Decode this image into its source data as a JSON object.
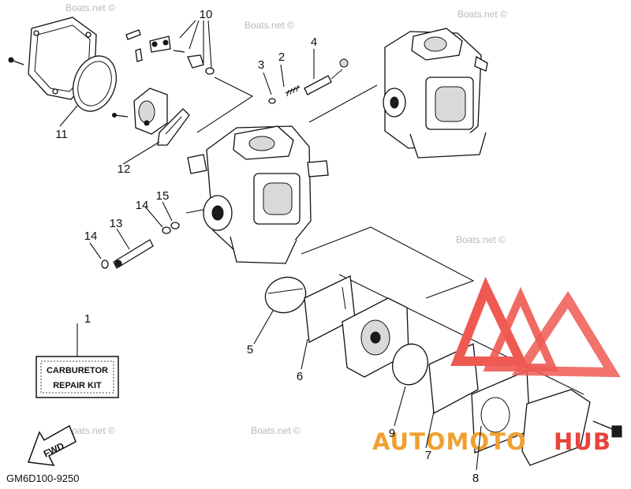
{
  "callouts": {
    "c1": "1",
    "c2": "2",
    "c3": "3",
    "c4": "4",
    "c5": "5",
    "c6": "6",
    "c7": "7",
    "c8": "8",
    "c9": "9",
    "c10": "10",
    "c11": "11",
    "c12": "12",
    "c13": "13",
    "c14a": "14",
    "c14b": "14",
    "c15": "15"
  },
  "repair_kit": {
    "line1": "CARBURETOR",
    "line2": "REPAIR KIT"
  },
  "fwd_label": "FWD",
  "diagram_code": "GM6D100-9250",
  "watermark": "Boats.net ©",
  "overlay_brand": {
    "part1": "AUTOMOTO",
    "part2": "HUB",
    "color_orange": "#f0a030",
    "color_red": "#e8443c",
    "color_logo": "#ee5a52"
  }
}
